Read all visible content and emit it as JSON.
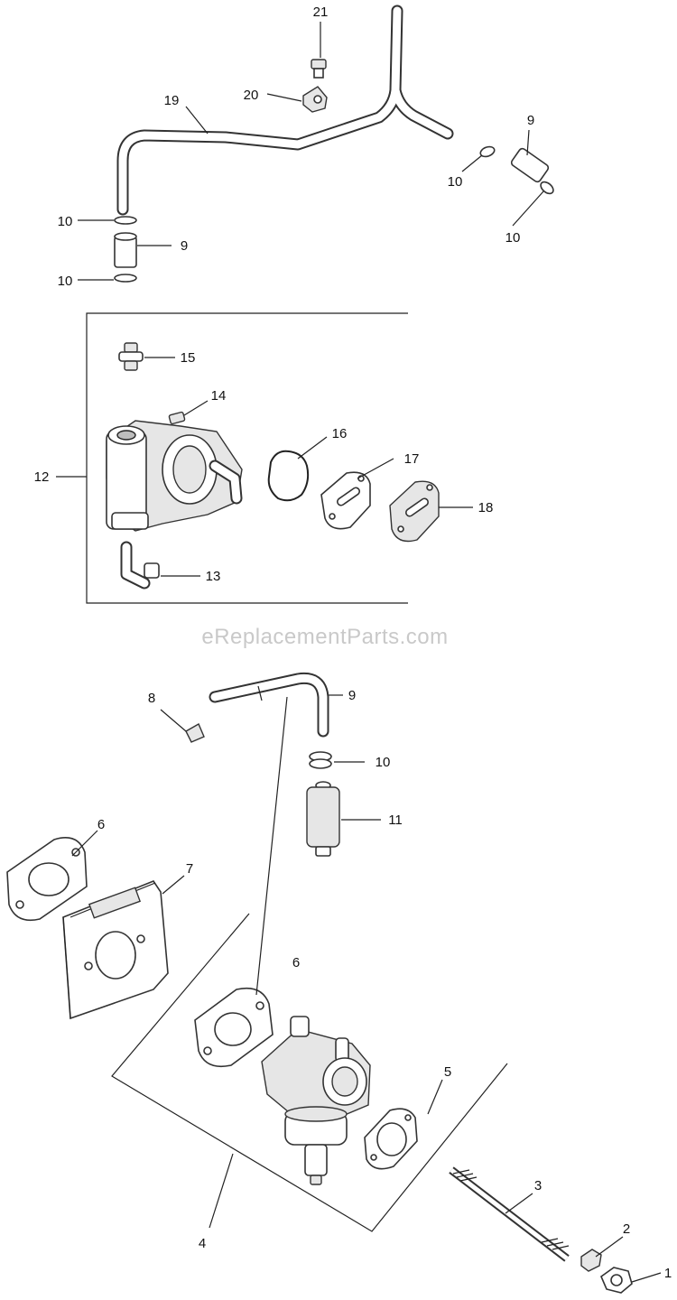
{
  "watermark": "eReplacementParts.com",
  "callouts": {
    "c21": "21",
    "c20": "20",
    "c19": "19",
    "c9a": "9",
    "c10a": "10",
    "c10b": "10",
    "c10c": "10",
    "c9b": "9",
    "c10d": "10",
    "c15": "15",
    "c14": "14",
    "c16": "16",
    "c17": "17",
    "c18": "18",
    "c12": "12",
    "c13": "13",
    "c8": "8",
    "c9c": "9",
    "c10e": "10",
    "c11": "11",
    "c6a": "6",
    "c7": "7",
    "c6b": "6",
    "c5": "5",
    "c4": "4",
    "c3": "3",
    "c2": "2",
    "c1": "1"
  }
}
